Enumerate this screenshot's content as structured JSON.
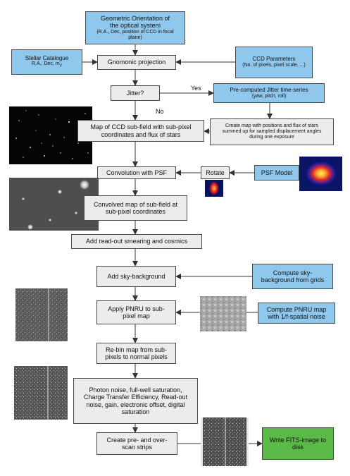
{
  "nodes": {
    "geometric_orientation": {
      "title": "Geometric Orientation of",
      "title2": "the optical system",
      "sub": "(R.A., Dec, position of CCD in focal plane)"
    },
    "stellar_catalogue": {
      "title": "Stellar Catalogue",
      "sub": "R.A., Dec, m"
    },
    "gnomonic_projection": {
      "label": "Gnomonic projection"
    },
    "ccd_parameters": {
      "title": "CCD Parameters",
      "sub": "(No. of pixels, pixel scale, ...)"
    },
    "jitter": {
      "label": "Jitter?"
    },
    "precomputed_jitter": {
      "title": "Pre-computed Jitter time-series",
      "sub": "(yaw, pitch, roll)"
    },
    "ccd_subfield_map": {
      "label": "Map of CCD sub-field with sub-pixel coordinates and flux of stars"
    },
    "create_map": {
      "label": "Create map with positions and flux of stars summed up for sampled displacement angles during one exposure"
    },
    "convolution_psf": {
      "label": "Convolution with PSF"
    },
    "rotate": {
      "label": "Rotate"
    },
    "psf_model": {
      "label": "PSF Model"
    },
    "convolved_map": {
      "label": "Convolved map of sub-field at sub-pixel coordinates"
    },
    "readout_smearing": {
      "label": "Add read-out smearing and cosmics"
    },
    "sky_background": {
      "label": "Add sky-background"
    },
    "compute_sky": {
      "label": "Compute sky-background from grids"
    },
    "apply_pnru": {
      "label": "Apply PNRU to sub-pixel map"
    },
    "compute_pnru": {
      "label": "Compute PNRU map with 1/f-spatial noise"
    },
    "rebin": {
      "label": "Re-bin map from sub-pixels to normal pixels"
    },
    "photon_noise": {
      "label": "Photon noise, full-well saturation, Charge Transfer Efficiency, Read-out noise, gain, electronic offset, digital saturation"
    },
    "scan_strips": {
      "label": "Create pre- and over-scan strips"
    },
    "write_fits": {
      "label": "Write FITS-image to disk"
    }
  },
  "edge_labels": {
    "yes": "Yes",
    "no": "No"
  },
  "colors": {
    "process": "#ececec",
    "input": "#8fc8ec",
    "output": "#5ab947",
    "line": "#333333"
  }
}
